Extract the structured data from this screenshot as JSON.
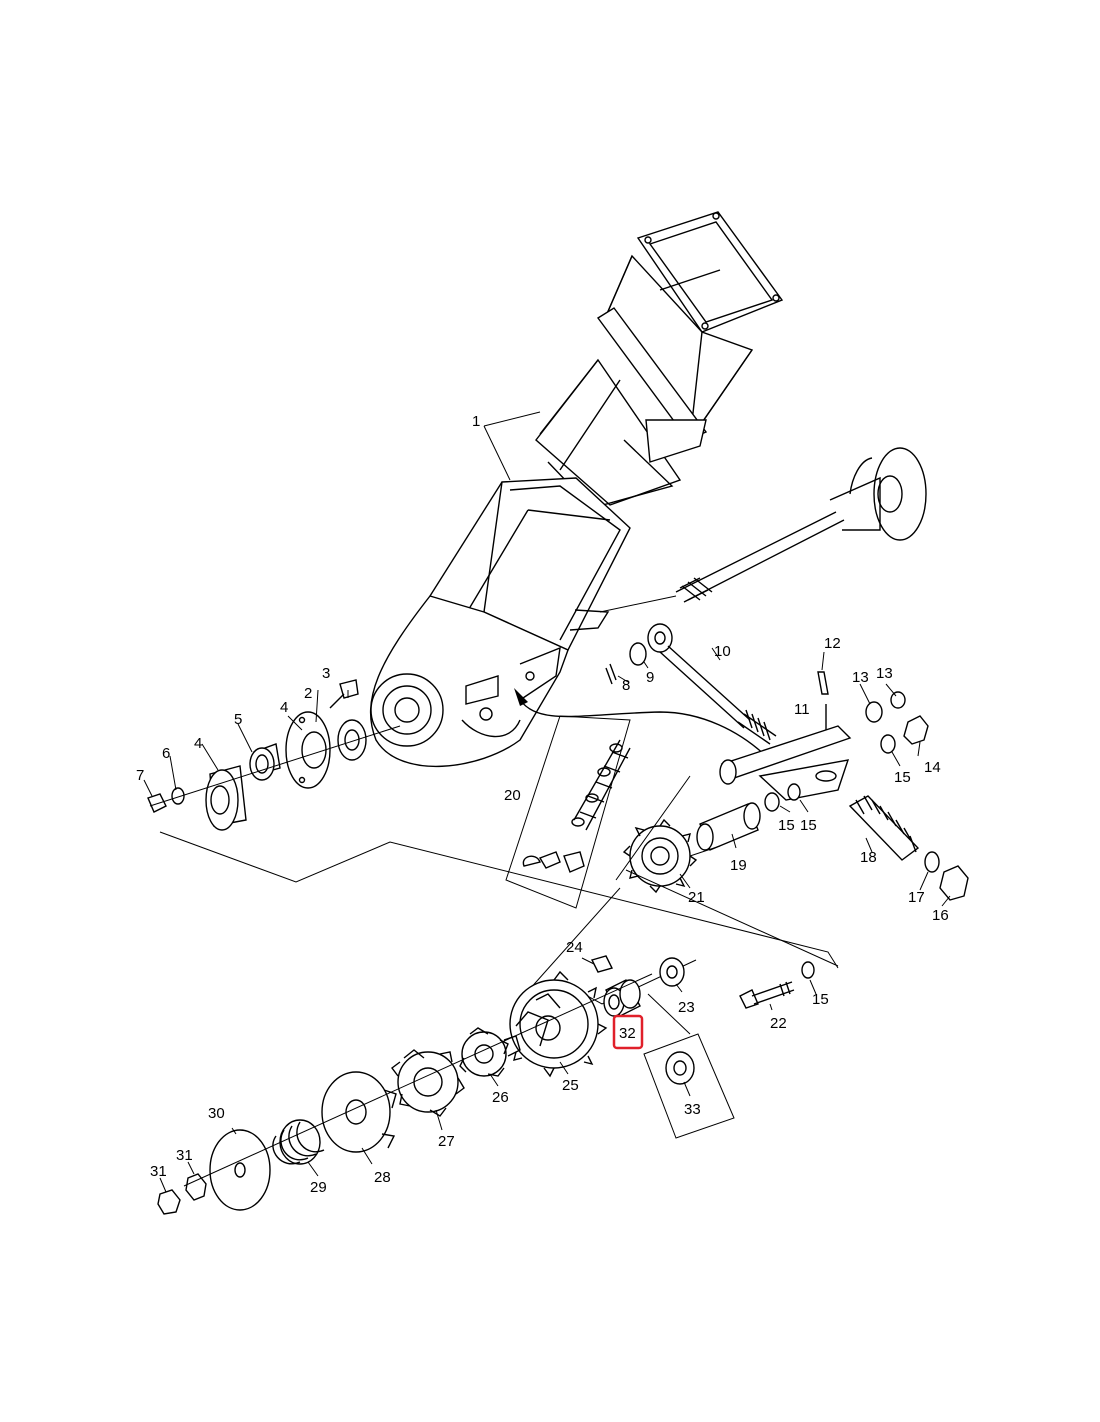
{
  "diagram": {
    "labels": {
      "p1": "1",
      "p2": "2",
      "p3": "3",
      "p4a": "4",
      "p4b": "4",
      "p5": "5",
      "p6": "6",
      "p7": "7",
      "p8": "8",
      "p9": "9",
      "p10": "10",
      "p11": "11",
      "p12": "12",
      "p13a": "13",
      "p13b": "13",
      "p14": "14",
      "p15a": "15",
      "p15b": "15",
      "p15c": "15",
      "p15d": "15",
      "p16": "16",
      "p17": "17",
      "p18": "18",
      "p19": "19",
      "p20": "20",
      "p21": "21",
      "p22": "22",
      "p23": "23",
      "p24": "24",
      "p25": "25",
      "p26": "26",
      "p27": "27",
      "p28": "28",
      "p29": "29",
      "p30": "30",
      "p31a": "31",
      "p31b": "31",
      "p32": "32",
      "p33": "33"
    },
    "highlight_color": "#e0202a",
    "highlighted_part": "32"
  }
}
